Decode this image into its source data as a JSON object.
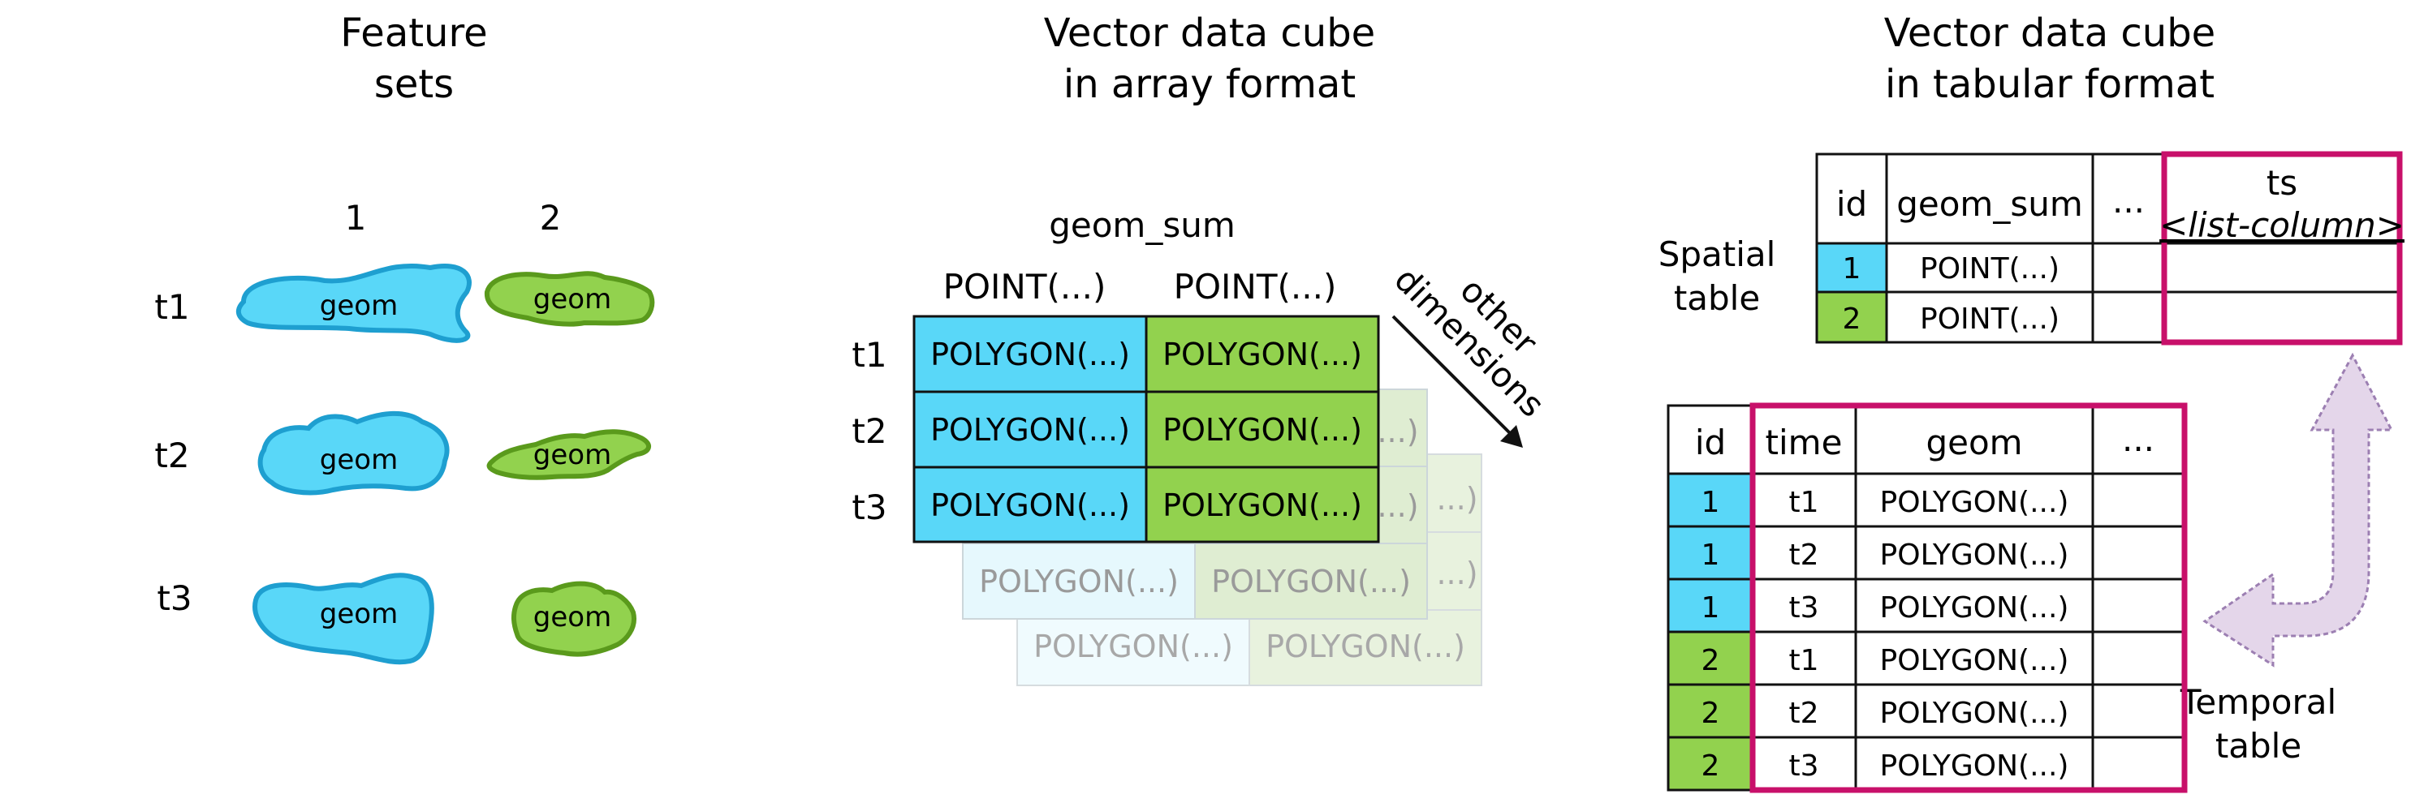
{
  "colors": {
    "blue_fill": "#59D7F8",
    "blue_stroke": "#1E9FD0",
    "green_fill": "#92D24E",
    "green_stroke": "#5A9A1C",
    "highlight": "#C8106A",
    "arrow_fill": "#E4D6EA",
    "arrow_stroke": "#9C7FB2"
  },
  "panel1": {
    "title_line1": "Feature",
    "title_line2": "sets",
    "col_headers": [
      "1",
      "2"
    ],
    "row_labels": [
      "t1",
      "t2",
      "t3"
    ],
    "shape_label": "geom"
  },
  "panel2": {
    "title_line1": "Vector data cube",
    "title_line2": "in array format",
    "top_header": "geom_sum",
    "col_headers": [
      "POINT(...)",
      "POINT(...)"
    ],
    "row_labels": [
      "t1",
      "t2",
      "t3"
    ],
    "cell_value": "POLYGON(...)",
    "layer_partial": "...)",
    "dimension_label_line1": "other",
    "dimension_label_line2": "dimensions"
  },
  "panel3": {
    "title_line1": "Vector data cube",
    "title_line2": "in tabular format",
    "spatial_label_line1": "Spatial",
    "spatial_label_line2": "table",
    "spatial_headers": [
      "id",
      "geom_sum",
      "...",
      "ts"
    ],
    "ts_sub": "<list-column>",
    "spatial_rows": [
      {
        "id": "1",
        "geom": "POINT(...)"
      },
      {
        "id": "2",
        "geom": "POINT(...)"
      }
    ],
    "temporal_label_line1": "Temporal",
    "temporal_label_line2": "table",
    "temporal_headers": [
      "id",
      "time",
      "geom",
      "..."
    ],
    "temporal_rows": [
      {
        "id": "1",
        "time": "t1",
        "geom": "POLYGON(...)"
      },
      {
        "id": "1",
        "time": "t2",
        "geom": "POLYGON(...)"
      },
      {
        "id": "1",
        "time": "t3",
        "geom": "POLYGON(...)"
      },
      {
        "id": "2",
        "time": "t1",
        "geom": "POLYGON(...)"
      },
      {
        "id": "2",
        "time": "t2",
        "geom": "POLYGON(...)"
      },
      {
        "id": "2",
        "time": "t3",
        "geom": "POLYGON(...)"
      }
    ]
  }
}
